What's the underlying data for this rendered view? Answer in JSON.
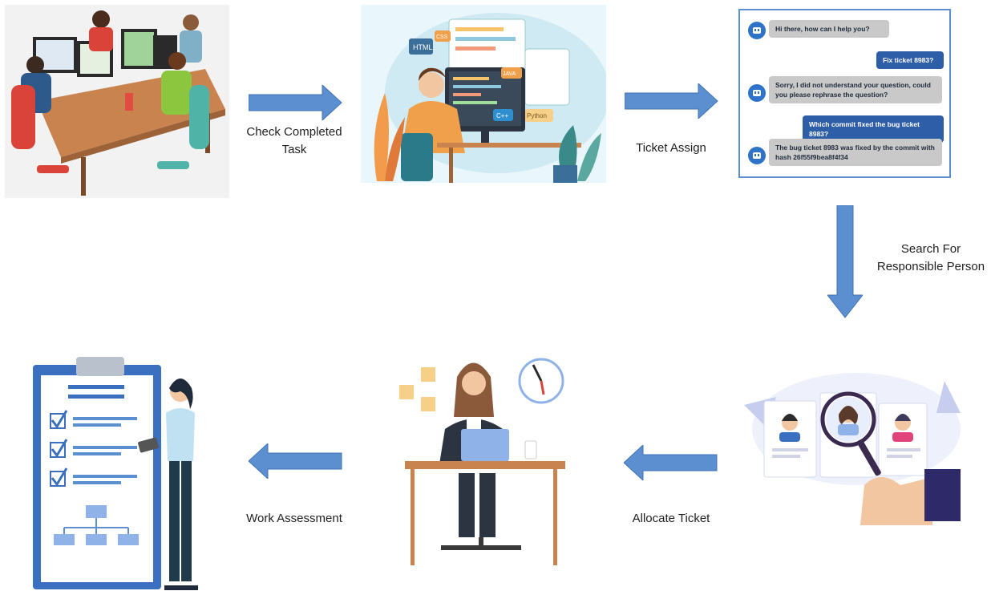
{
  "labels": {
    "check_completed": "Check Completed\nTask",
    "ticket_assign": "Ticket Assign",
    "search_responsible": "Search For\nResponsible Person",
    "allocate_ticket": "Allocate Ticket",
    "work_assessment": "Work Assessment"
  },
  "chat": {
    "messages": [
      {
        "from": "bot",
        "text": "Hi there, how can I help you?"
      },
      {
        "from": "user",
        "text": "Fix ticket 8983?"
      },
      {
        "from": "bot",
        "text": "Sorry, I did not understand your question, could you please rephrase the question?"
      },
      {
        "from": "user",
        "text": "Which commit fixed the bug ticket 8983?"
      },
      {
        "from": "bot",
        "text": "The bug ticket 8983 was fixed by the commit with hash 26f55f9bea8f4f34"
      }
    ]
  },
  "code_panel": {
    "tags": [
      "HTML",
      "CSS",
      "JAVA",
      "Python",
      "C++"
    ]
  },
  "colors": {
    "arrow": "#5b8fd0",
    "arrow_stroke": "#3f72b8",
    "chat_border": "#5b8fd0"
  }
}
